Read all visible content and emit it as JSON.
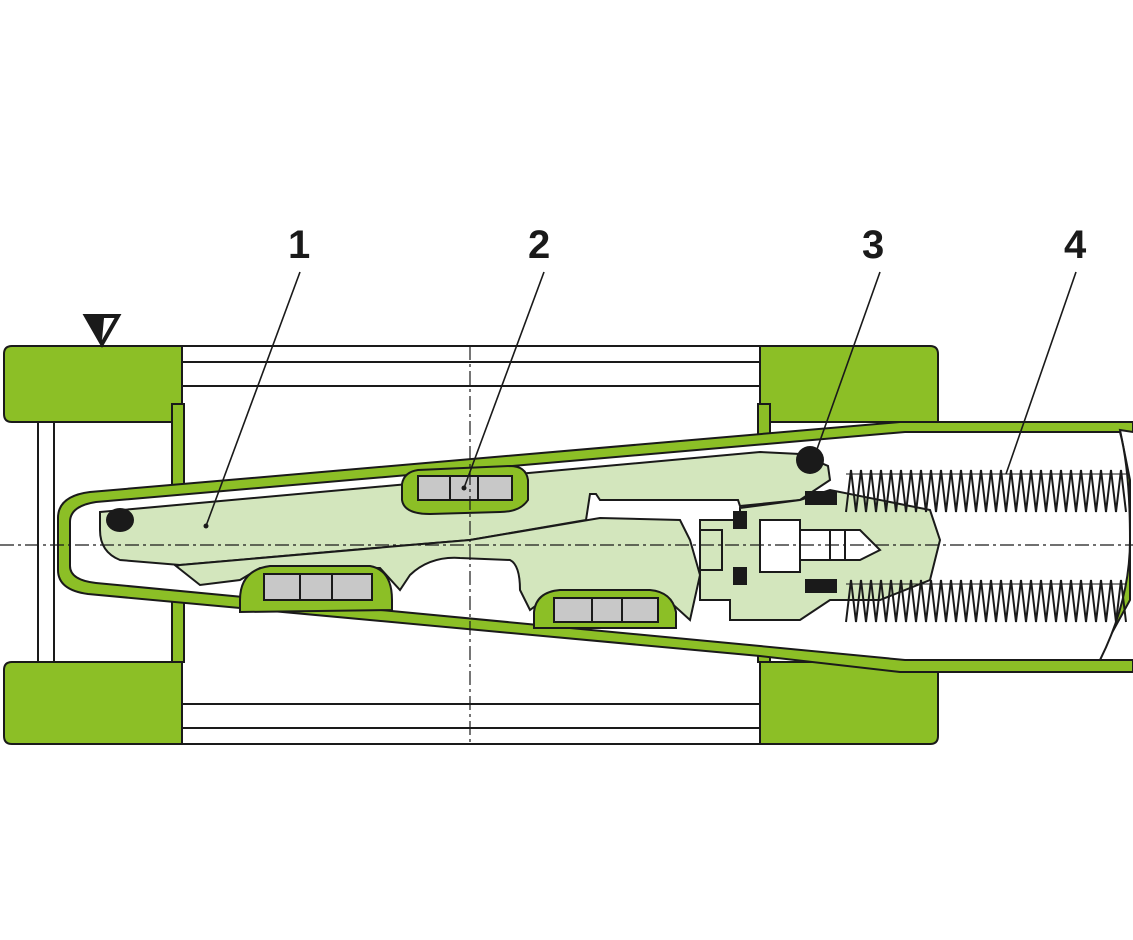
{
  "diagram": {
    "callouts": [
      {
        "id": "1",
        "label": "1"
      },
      {
        "id": "2",
        "label": "2"
      },
      {
        "id": "3",
        "label": "3"
      },
      {
        "id": "4",
        "label": "4"
      }
    ],
    "colors": {
      "body_green": "#8cbf26",
      "light_green": "#d3e6bd",
      "outline": "#1a1a1a",
      "background": "#ffffff"
    }
  }
}
